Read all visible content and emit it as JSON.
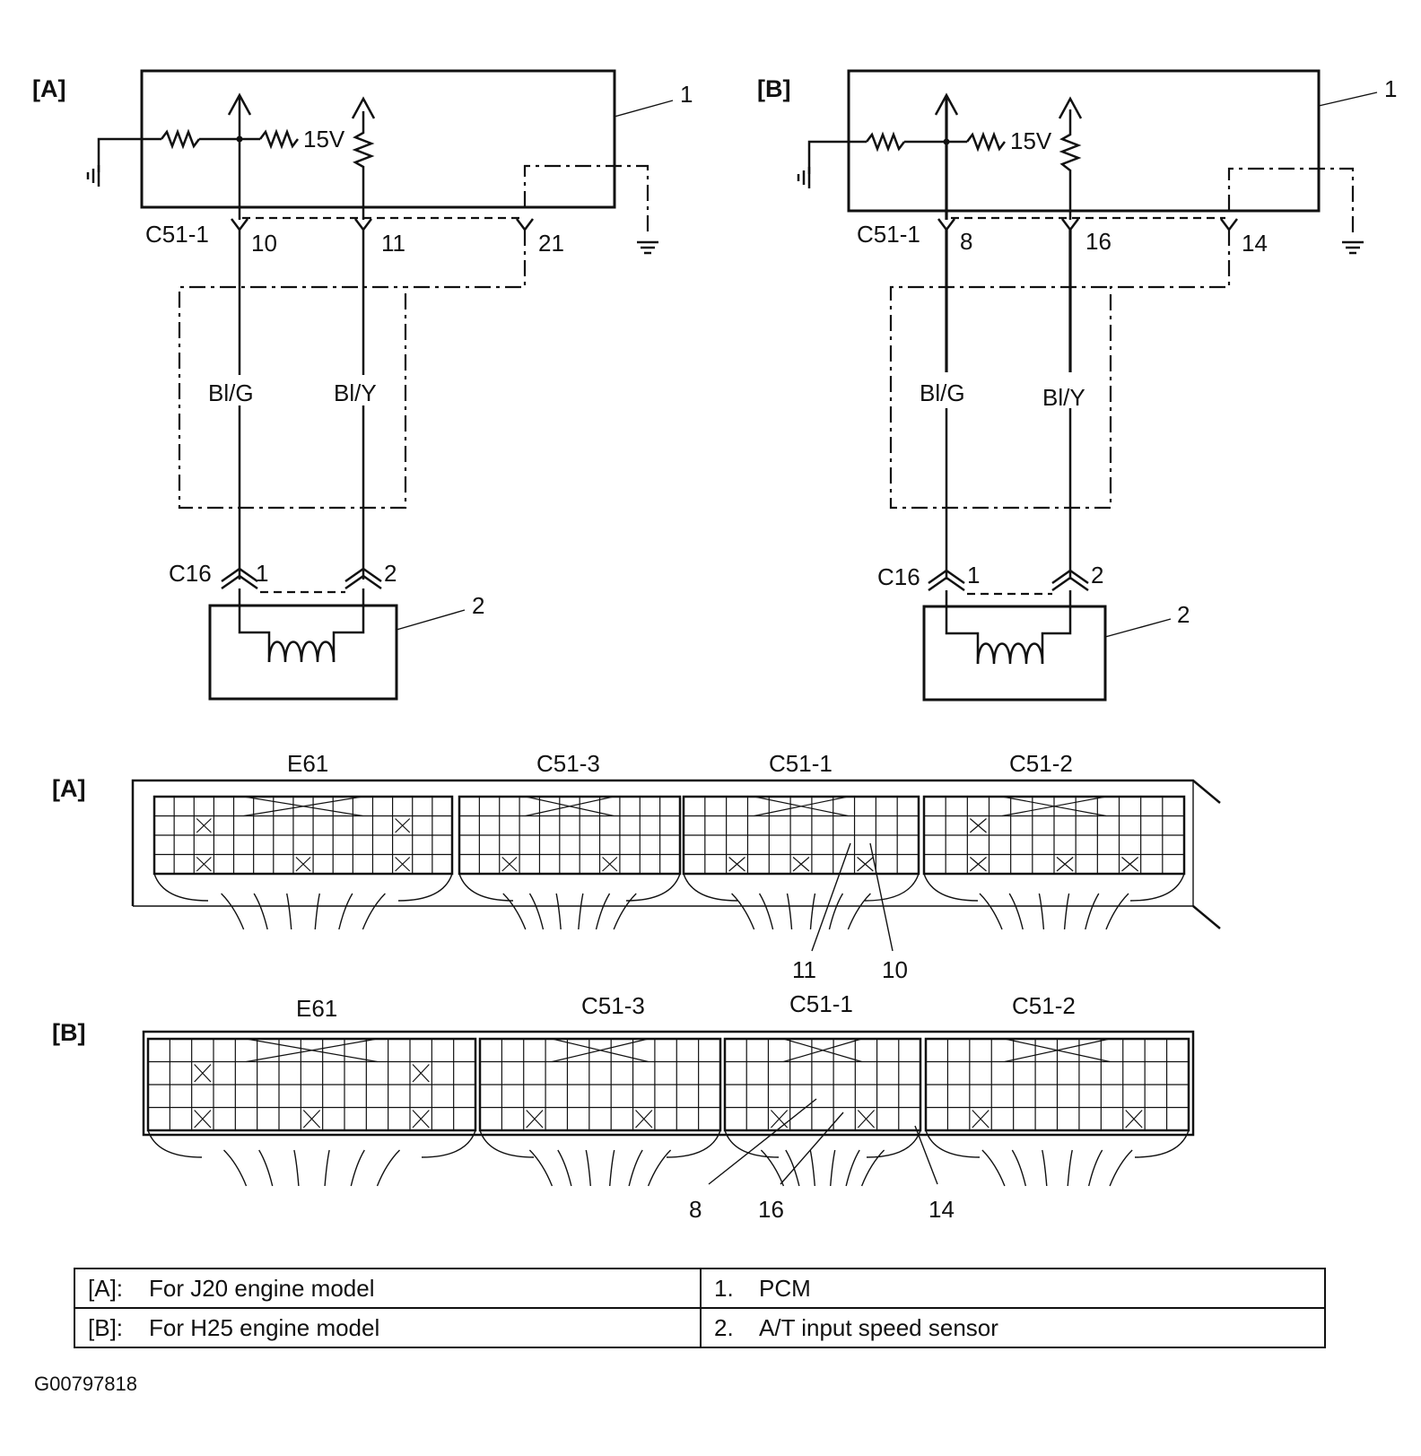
{
  "diagram_a": {
    "tag": "[A]",
    "callout_pcm": "1",
    "callout_sensor": "2",
    "voltage": "15V",
    "connector_pcm": "C51-1",
    "pins": [
      "10",
      "11",
      "21"
    ],
    "wire1": "Bl/G",
    "wire2": "Bl/Y",
    "connector_sensor": "C16",
    "sensor_pins": [
      "1",
      "2"
    ]
  },
  "diagram_b": {
    "tag": "[B]",
    "callout_pcm": "1",
    "callout_sensor": "2",
    "voltage": "15V",
    "connector_pcm": "C51-1",
    "pins": [
      "8",
      "16",
      "14"
    ],
    "wire1": "Bl/G",
    "wire2": "Bl/Y",
    "connector_sensor": "C16",
    "sensor_pins": [
      "1",
      "2"
    ]
  },
  "connector_view_a": {
    "tag": "[A]",
    "labels": [
      "E61",
      "C51-3",
      "C51-1",
      "C51-2"
    ],
    "pointers": [
      "11",
      "10"
    ]
  },
  "connector_view_b": {
    "tag": "[B]",
    "labels": [
      "E61",
      "C51-3",
      "C51-1",
      "C51-2"
    ],
    "pointers": [
      "8",
      "16",
      "14"
    ]
  },
  "legend": [
    {
      "key": "[A]:",
      "text": "For J20 engine model",
      "num": "1.",
      "item": "PCM"
    },
    {
      "key": "[B]:",
      "text": "For H25 engine model",
      "num": "2.",
      "item": "A/T input speed sensor"
    }
  ],
  "figure_id": "G00797818"
}
